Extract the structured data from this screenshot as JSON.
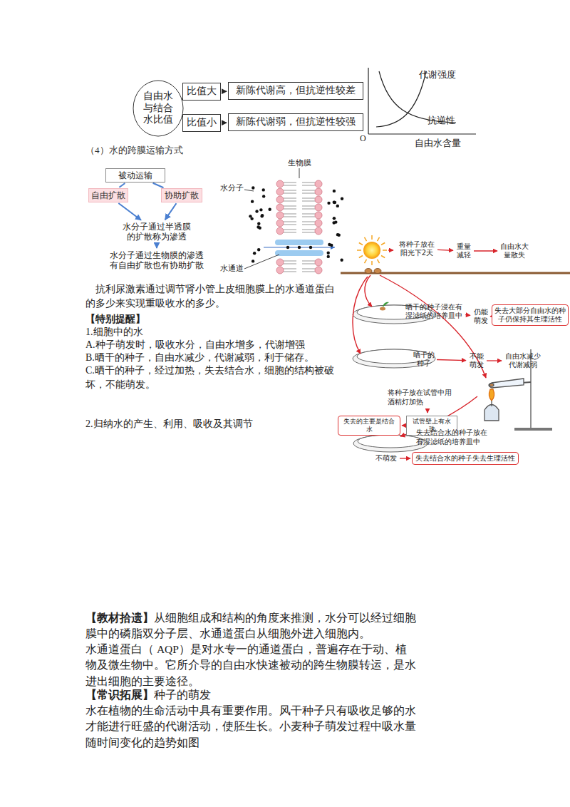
{
  "diagram": {
    "nodes": [
      {
        "text": [
          "自由水与结合水比值"
        ]
      },
      {
        "text": [
          "比值大"
        ]
      },
      {
        "text": [
          "比值小"
        ]
      },
      {
        "text": [
          "新陈代谢高，但抗逆性较差"
        ]
      },
      {
        "text": [
          "新陈代谢弱，但抗逆性较强"
        ]
      },
      {
        "text": [
          "被动运输"
        ]
      },
      {
        "text": [
          "自由扩散"
        ]
      },
      {
        "text": [
          "协助扩散"
        ]
      },
      {
        "text": [
          "水分子通过半透膜的扩散称为渗透"
        ]
      },
      {
        "text": [
          "水分子通过生物膜的渗透有自由扩散也有协助扩散"
        ]
      },
      {
        "text": [
          "将种子放在阳光下2天"
        ]
      },
      {
        "text": [
          "重量减轻"
        ]
      },
      {
        "text": [
          "自由水大量散失"
        ]
      },
      {
        "text": [
          "晒干的种子浸在有湿滤纸的培养皿中"
        ]
      },
      {
        "text": [
          "仍能萌发"
        ]
      },
      {
        "text": [
          "失去大部分自由水的种子仍保持其生理活性"
        ]
      },
      {
        "text": [
          "晒干的种子"
        ]
      },
      {
        "text": [
          "不能萌发"
        ]
      },
      {
        "text": [
          "自由水减少代谢减弱"
        ]
      },
      {
        "text": [
          "试管壁上有水珠"
        ]
      },
      {
        "text": [
          "失去的主要是结合水"
        ]
      },
      {
        "text": [
          "不萌发"
        ]
      },
      {
        "text": [
          "失去结合水的种子失去生理活性"
        ]
      }
    ],
    "edges": [
      {
        "from": 0,
        "to": 1,
        "arrow": "none"
      },
      {
        "from": 0,
        "to": 2,
        "arrow": "none"
      },
      {
        "from": 1,
        "to": 3,
        "arrow": "to"
      },
      {
        "from": 2,
        "to": 4,
        "arrow": "to"
      },
      {
        "from": 5,
        "to": 6,
        "arrow": "none"
      },
      {
        "from": 5,
        "to": 7,
        "arrow": "none"
      },
      {
        "from": 6,
        "to": 8,
        "arrow": "to"
      },
      {
        "from": 7,
        "to": 8,
        "arrow": "to"
      },
      {
        "from": 8,
        "to": 9,
        "arrow": "to"
      },
      {
        "from": 10,
        "to": 11,
        "arrow": "to"
      },
      {
        "from": 11,
        "to": 12,
        "arrow": "to"
      },
      {
        "from": 13,
        "to": 14,
        "arrow": "to"
      },
      {
        "from": 14,
        "to": 15,
        "arrow": "to"
      },
      {
        "from": 16,
        "to": 17,
        "arrow": "to"
      },
      {
        "from": 17,
        "to": 18,
        "arrow": "to"
      },
      {
        "from": 19,
        "to": 20,
        "arrow": "to"
      },
      {
        "from": 21,
        "to": 22,
        "arrow": "to"
      }
    ],
    "labels": [
      "代谢强度",
      "抗逆性",
      "O",
      "自由水含量",
      "（4）水的跨膜运输方式",
      "生物膜",
      "水分子",
      "水通道",
      "抗利尿激素通过调节肾小管上皮细胞膜上的水通道蛋白的多少来实现重吸收水的多少。",
      "【特别提醒】",
      "1.细胞中的水",
      "A.种子萌发时，吸收水分，自由水增多，代谢增强",
      "B.晒干的种子，自由水减少，代谢减弱，利于储存。",
      "C.晒干的种子，经过加热，失去结合水，细胞的结构被破坏，不能萌发。",
      "2.归纳水的产生、利用、吸收及其调节",
      "将种子放在试管中用酒精灯加热",
      "失去结合水的种子放在有湿滤纸的培养皿中",
      "【教材拾遗】",
      "从细胞组成和结构的角度来推测，水分可以经过细胞膜中的磷脂双分子层、水通道蛋白从细胞外进入细胞内。",
      "水通道蛋白（ AQP）是对水专一的通道蛋白，普遍存在于动、植物及微生物中。它所介导的自由水快速被动的跨生物膜转运，是水进出细胞的主要途径。",
      "【常识拓展】",
      "种子的萌发",
      "水在植物的生命活动中具有重要作用。风干种子只有吸收足够的水才能进行旺盛的代谢活动，使胚生长。小麦种子萌发过程中吸水量随时间变化的趋势如图"
    ]
  }
}
